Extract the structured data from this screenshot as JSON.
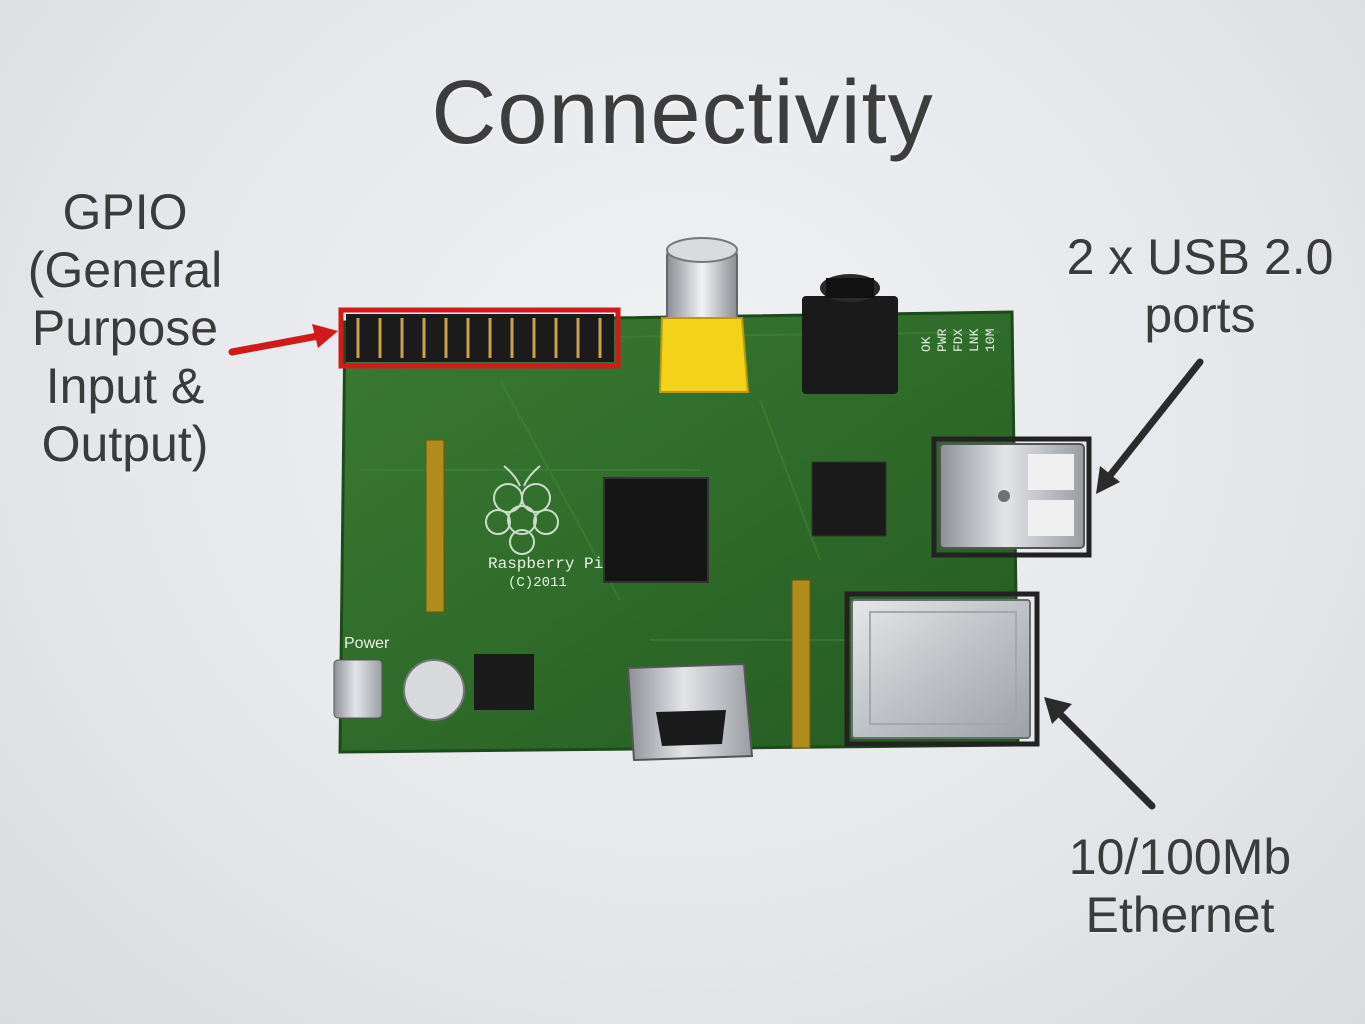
{
  "slide": {
    "title": "Connectivity"
  },
  "callouts": {
    "gpio": {
      "lines": [
        "GPIO",
        "(General",
        "Purpose",
        "Input &",
        "Output)"
      ],
      "color": "#d11a1a"
    },
    "usb": {
      "lines": [
        "2 x USB 2.0",
        "ports"
      ],
      "color": "#2a2a2a"
    },
    "ethernet": {
      "lines": [
        "10/100Mb",
        "Ethernet"
      ],
      "color": "#2a2a2a"
    }
  },
  "board": {
    "silkscreen": {
      "model": "Raspberry Pi",
      "year": "(C)2011",
      "power": "Power",
      "leds": [
        "OK",
        "PWR",
        "FDX",
        "LNK",
        "10M"
      ]
    },
    "colors": {
      "pcb": "#2f6b2a",
      "pcb_dark": "#23531f",
      "rca_yellow": "#f2d21a",
      "metal": "#b8bcc0"
    }
  }
}
